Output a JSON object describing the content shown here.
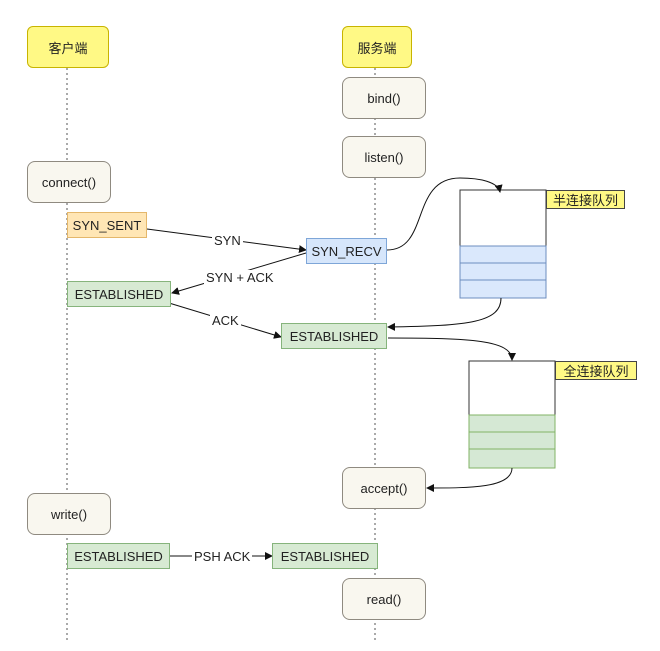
{
  "lanes": {
    "client": "客户端",
    "server": "服务端"
  },
  "calls": {
    "bind": "bind()",
    "listen": "listen()",
    "connect": "connect()",
    "accept": "accept()",
    "write": "write()",
    "read": "read()"
  },
  "states": {
    "syn_sent": "SYN_SENT",
    "syn_recv": "SYN_RECV",
    "client_established_1": "ESTABLISHED",
    "server_established_1": "ESTABLISHED",
    "client_established_2": "ESTABLISHED",
    "server_established_2": "ESTABLISHED"
  },
  "messages": {
    "syn": "SYN",
    "syn_ack": "SYN + ACK",
    "ack": "ACK",
    "psh_ack": "PSH ACK"
  },
  "queues": {
    "half": {
      "label": "半连接队列",
      "color": "#dae8fc"
    },
    "full": {
      "label": "全连接队列",
      "color": "#d5e8d4"
    }
  }
}
